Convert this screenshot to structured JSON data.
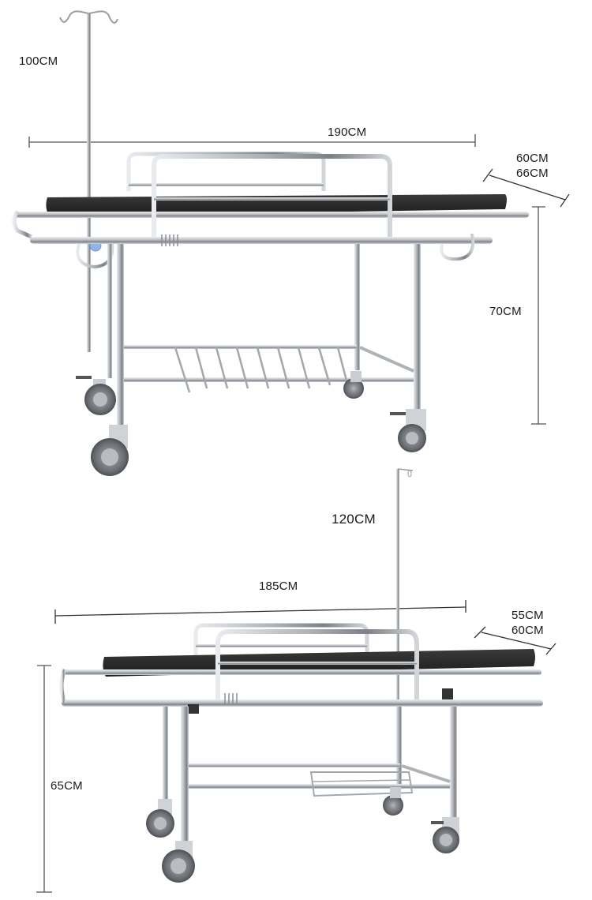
{
  "diagram": {
    "type": "product-dimension-diagram",
    "subject": "stainless steel hospital stretcher trolley",
    "colors": {
      "background": "#ffffff",
      "dimension_line": "#555555",
      "steel": "#c9ccd0",
      "steel_dark": "#8a8e93",
      "mattress": "#2b2b2b",
      "wheel": "#6e7176",
      "iv_knob": "#8fb6e8",
      "label_text": "#1a1a1a"
    }
  },
  "top_product": {
    "name": "stretcher-with-basket",
    "dimensions": {
      "iv_pole_height": "100CM",
      "length": "190CM",
      "width_line1": "60CM",
      "width_line2": "66CM",
      "height": "70CM"
    }
  },
  "bottom_product": {
    "name": "stretcher-with-small-tray",
    "dimensions": {
      "iv_pole_height": "120CM",
      "length": "185CM",
      "width_line1": "55CM",
      "width_line2": "60CM",
      "height": "65CM"
    }
  }
}
